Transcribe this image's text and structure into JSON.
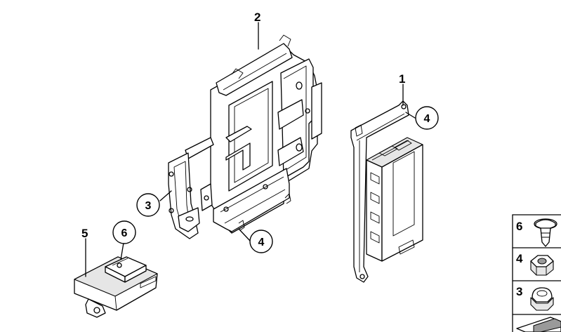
{
  "diagram": {
    "parts": [
      {
        "id": "part-1",
        "label": "1"
      },
      {
        "id": "part-2",
        "label": "2"
      },
      {
        "id": "part-5",
        "label": "5"
      }
    ],
    "callouts": [
      {
        "id": "callout-4-upper",
        "label": "4"
      },
      {
        "id": "callout-3",
        "label": "3"
      },
      {
        "id": "callout-4-lower",
        "label": "4"
      },
      {
        "id": "callout-6",
        "label": "6"
      }
    ],
    "legend": [
      {
        "label": "6",
        "icon": "push-rivet-icon"
      },
      {
        "label": "4",
        "icon": "hex-nut-icon"
      },
      {
        "label": "3",
        "icon": "cap-nut-icon"
      },
      {
        "label": "",
        "icon": "wedge-icon"
      }
    ]
  }
}
